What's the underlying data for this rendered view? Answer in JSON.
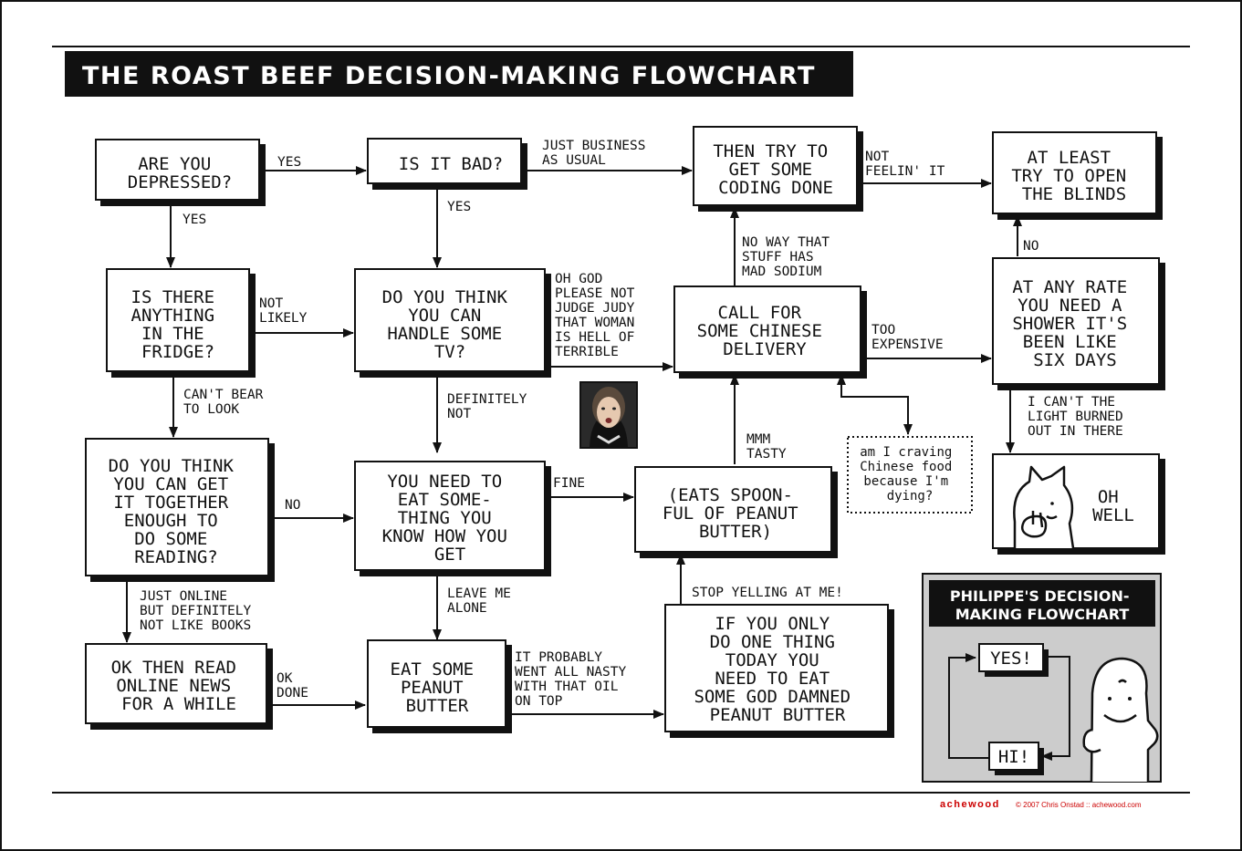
{
  "title": "THE ROAST BEEF DECISION-MAKING FLOWCHART",
  "nodes": {
    "depressed": [
      "ARE YOU",
      "DEPRESSED?"
    ],
    "bad": [
      "IS IT BAD?"
    ],
    "coding": [
      "THEN TRY TO",
      "GET SOME",
      "CODING DONE"
    ],
    "blinds": [
      "AT LEAST",
      "TRY TO OPEN",
      "THE BLINDS"
    ],
    "fridge": [
      "IS THERE",
      "ANYTHING",
      "IN THE",
      "FRIDGE?"
    ],
    "tv": [
      "DO YOU THINK",
      "YOU CAN",
      "HANDLE SOME",
      "TV?"
    ],
    "chinese": [
      "CALL FOR",
      "SOME CHINESE",
      "DELIVERY"
    ],
    "shower": [
      "AT ANY RATE",
      "YOU NEED A",
      "SHOWER IT'S",
      "BEEN LIKE",
      "SIX DAYS"
    ],
    "reading": [
      "DO YOU THINK",
      "YOU CAN GET",
      "IT TOGETHER",
      "ENOUGH TO",
      "DO SOME",
      "READING?"
    ],
    "eat_something": [
      "YOU NEED TO",
      "EAT SOME-",
      "THING YOU",
      "KNOW HOW YOU",
      "GET"
    ],
    "spoonful": [
      "(EATS SPOON-",
      "FUL OF PEANUT",
      "BUTTER)"
    ],
    "oh_well": [
      "OH",
      "WELL"
    ],
    "online_news": [
      "OK THEN READ",
      "ONLINE NEWS",
      "FOR A WHILE"
    ],
    "eat_pb": [
      "EAT SOME",
      "PEANUT",
      "BUTTER"
    ],
    "one_thing": [
      "IF YOU ONLY",
      "DO ONE THING",
      "TODAY YOU",
      "NEED TO EAT",
      "SOME GOD DAMNED",
      "PEANUT BUTTER"
    ]
  },
  "edges": {
    "yes_right": [
      "YES"
    ],
    "yes_down": [
      "YES"
    ],
    "yes_down2": [
      "YES"
    ],
    "business": [
      "JUST BUSINESS",
      "AS USUAL"
    ],
    "not_feelin": [
      "NOT",
      "FEELIN' IT"
    ],
    "not_likely": [
      "NOT",
      "LIKELY"
    ],
    "judge_judy": [
      "OH GOD",
      "PLEASE NOT",
      "JUDGE JUDY",
      "THAT WOMAN",
      "IS HELL OF",
      "TERRIBLE"
    ],
    "sodium": [
      "NO WAY THAT",
      "STUFF HAS",
      "MAD SODIUM"
    ],
    "too_expensive": [
      "TOO",
      "EXPENSIVE"
    ],
    "no_up": [
      "NO"
    ],
    "cant_bear": [
      "CAN'T BEAR",
      "TO LOOK"
    ],
    "definitely_not": [
      "DEFINITELY",
      "NOT"
    ],
    "mmm_tasty": [
      "MMM",
      "TASTY"
    ],
    "light_burned": [
      "I CAN'T THE",
      "LIGHT BURNED",
      "OUT IN THERE"
    ],
    "no_right": [
      "NO"
    ],
    "fine": [
      "FINE"
    ],
    "just_online": [
      "JUST ONLINE",
      "BUT DEFINITELY",
      "NOT LIKE BOOKS"
    ],
    "leave_alone": [
      "LEAVE ME",
      "ALONE"
    ],
    "stop_yelling": [
      "STOP YELLING AT ME!"
    ],
    "ok_done": [
      "OK",
      "DONE"
    ],
    "nasty_oil": [
      "IT PROBABLY",
      "WENT ALL NASTY",
      "WITH THAT OIL",
      "ON TOP"
    ]
  },
  "thought_bubble": [
    "am I craving",
    "Chinese food",
    "because I'm",
    "dying?"
  ],
  "inset": {
    "title": [
      "PHILIPPE'S DECISION-",
      "MAKING FLOWCHART"
    ],
    "yes": "YES!",
    "hi": "HI!"
  },
  "footer": {
    "logo": "achewood",
    "credit": "© 2007 Chris Onstad :: achewood.com"
  },
  "colors": {
    "ink": "#111111",
    "paper": "#ffffff",
    "inset_bg": "#cccccc",
    "footer_logo": "#cc0000"
  }
}
